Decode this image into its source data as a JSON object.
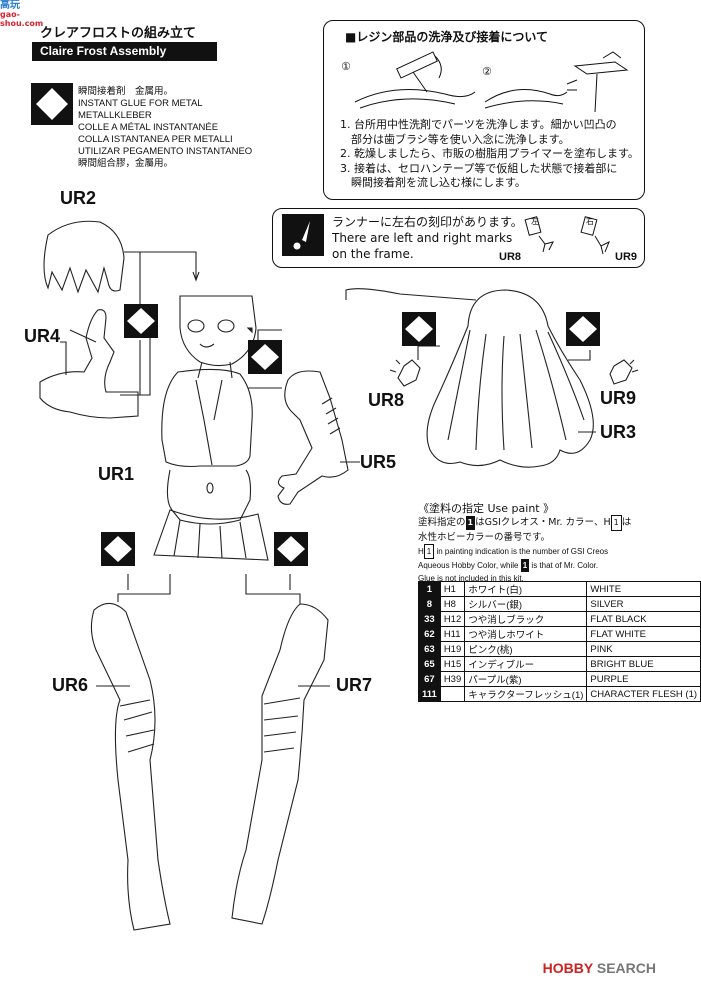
{
  "watermark": {
    "main": "高玩",
    "sub": "gao-shou.com"
  },
  "title": {
    "jp": "クレアフロストの組み立て",
    "en": "Claire Frost Assembly"
  },
  "glue_notes": [
    "瞬間接着剤　金属用。",
    "INSTANT GLUE FOR METAL",
    "METALLKLEBER",
    "COLLE A MÉTAL INSTANTANÉE",
    "COLLA ISTANTANEA PER METALLI",
    "UTILIZAR PEGAMENTO INSTANTANEO",
    "瞬間組合膠，金屬用。"
  ],
  "resin": {
    "title": "■レジン部品の洗浄及び接着について",
    "step_nums": [
      "①",
      "②"
    ],
    "steps": [
      "1. 台所用中性洗剤でパーツを洗浄します。細かい凹凸の",
      "　部分は歯ブラシ等を使い入念に洗浄します。",
      "2. 乾燥しましたら、市販の樹脂用プライマーを塗布します。",
      "3. 接着は、セロハンテープ等で仮組した状態で接着部に",
      "　瞬間接着剤を流し込む様にします。"
    ]
  },
  "runner": {
    "lines": [
      "ランナーに左右の刻印があります。",
      "There are left and right marks",
      "on the frame."
    ],
    "left_label": "UR8",
    "right_label": "UR9",
    "left_mark": "左",
    "right_mark": "右"
  },
  "parts": {
    "ur1": "UR1",
    "ur2": "UR2",
    "ur3": "UR3",
    "ur4": "UR4",
    "ur5": "UR5",
    "ur6": "UR6",
    "ur7": "UR7",
    "ur8": "UR8",
    "ur9": "UR9"
  },
  "paint": {
    "heading": "《塗料の指定 Use paint 》",
    "desc_jp_1a": "塗料指定の",
    "desc_jp_1b": "はGSIクレオス・Mr. カラー、H",
    "desc_jp_1c": "は",
    "desc_jp_2": "水性ホビーカラーの番号です。",
    "desc_en_1a": "H",
    "desc_en_1b": " in painting indication is the number of GSI Creos",
    "desc_en_2a": "Aqueous Hobby Color, while ",
    "desc_en_2b": " is that of Mr. Color.",
    "desc_en_3": "Glue is not included in this kit.",
    "badge": "1",
    "hbadge": "1",
    "rows": [
      {
        "num": "1",
        "h": "H1",
        "jp": "ホワイト(白)",
        "en": "WHITE"
      },
      {
        "num": "8",
        "h": "H8",
        "jp": "シルバー(銀)",
        "en": "SILVER"
      },
      {
        "num": "33",
        "h": "H12",
        "jp": "つや消しブラック",
        "en": "FLAT BLACK"
      },
      {
        "num": "62",
        "h": "H11",
        "jp": "つや消しホワイト",
        "en": "FLAT WHITE"
      },
      {
        "num": "63",
        "h": "H19",
        "jp": "ピンク(桃)",
        "en": "PINK"
      },
      {
        "num": "65",
        "h": "H15",
        "jp": "インディブルー",
        "en": "BRIGHT BLUE"
      },
      {
        "num": "67",
        "h": "H39",
        "jp": "パープル(紫)",
        "en": "PURPLE"
      },
      {
        "num": "111",
        "h": "",
        "jp": "キャラクターフレッシュ(1)",
        "en": "CHARACTER FLESH (1)"
      }
    ]
  },
  "footer": {
    "brand_a": "HOBBY",
    "brand_b": "SEARCH"
  }
}
